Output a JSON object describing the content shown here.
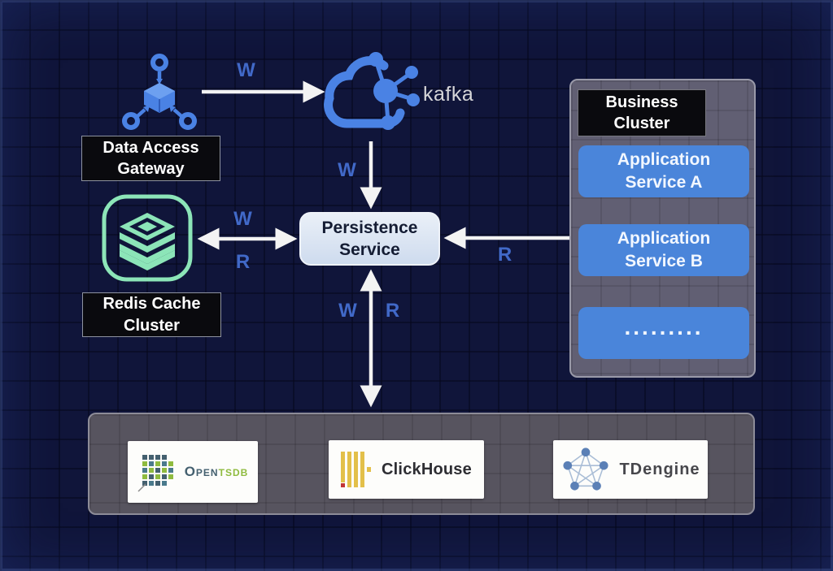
{
  "nodes": {
    "data_access_gateway": {
      "line1": "Data Access",
      "line2": "Gateway"
    },
    "kafka": {
      "label": "kafka"
    },
    "persistence_service": {
      "line1": "Persistence",
      "line2": "Service"
    },
    "redis_cache_cluster": {
      "line1": "Redis Cache",
      "line2": "Cluster"
    },
    "business_cluster": {
      "title_line1": "Business",
      "title_line2": "Cluster",
      "services": [
        {
          "line1": "Application",
          "line2": "Service A"
        },
        {
          "line1": "Application",
          "line2": "Service B"
        },
        {
          "line1": ".........",
          "line2": ""
        }
      ]
    },
    "storage_engines": [
      {
        "name": "OpenTSDB",
        "text_part1": "Open",
        "text_part2": "tsdb"
      },
      {
        "name": "ClickHouse",
        "text": "ClickHouse"
      },
      {
        "name": "TDengine",
        "text": "TDengine"
      }
    ]
  },
  "edge_labels": {
    "gateway_to_kafka": "W",
    "kafka_to_persistence": "W",
    "redis_persistence_write": "W",
    "redis_persistence_read": "R",
    "business_to_persistence_read": "R",
    "persistence_storage_write": "W",
    "persistence_storage_read": "R"
  },
  "colors": {
    "background": "#10153a",
    "accent_blue": "#4a82e4",
    "edge_label_blue": "#4169c8",
    "mint_green": "#8ce5b8",
    "service_blue": "#4a85da",
    "panel_slate": "#615f73",
    "storage_panel_slate": "#57545f",
    "arrow_white": "#f3f3f3"
  }
}
